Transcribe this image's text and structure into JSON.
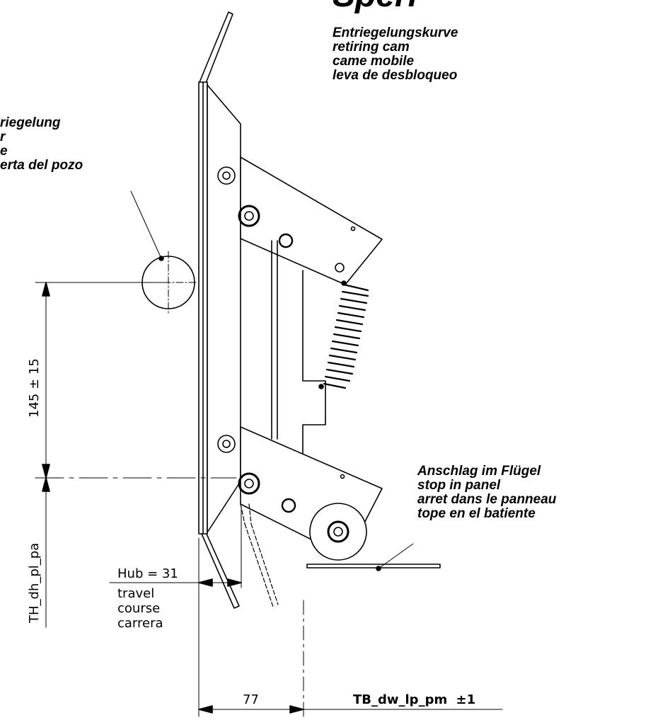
{
  "title_partial": "Sperr",
  "cam_label": {
    "lines": [
      "Entriegelungskurve",
      "retiring cam",
      "came mobile",
      "leva de desbloqueo"
    ]
  },
  "lock_label": {
    "lines": [
      "riegelung",
      "r",
      "e",
      "erta del pozo"
    ]
  },
  "stop_label": {
    "lines": [
      "Anschlag im Flügel",
      "stop in panel",
      "arret dans le panneau",
      "tope en el batiente"
    ]
  },
  "dimensions": {
    "vertical_145": "145 ± 15",
    "vertical_th": "TH_dh_pl_pa",
    "hub": "Hub = 31",
    "travel_lines": [
      "travel",
      "course",
      "carrera"
    ],
    "d77": "77",
    "tb": "TB_dw_lp_pm",
    "tb_tol": "±1"
  }
}
